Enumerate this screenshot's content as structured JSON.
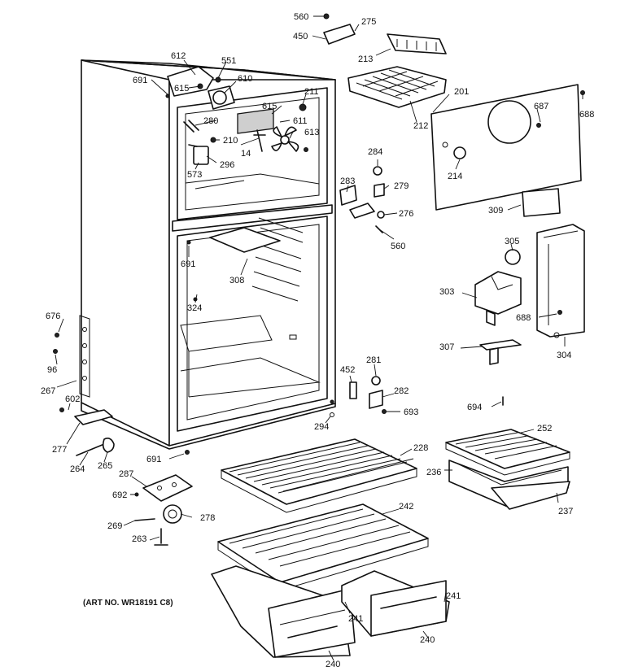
{
  "art_number": "(ART NO. WR18191 C8)",
  "callouts": {
    "c560a": "560",
    "c275": "275",
    "c450": "450",
    "c213": "213",
    "c612": "612",
    "c551": "551",
    "c691a": "691",
    "c615a": "615",
    "c610": "610",
    "c211": "211",
    "c615b": "615",
    "c611": "611",
    "c280": "280",
    "c613": "613",
    "c210": "210",
    "c14": "14",
    "c573": "573",
    "c296": "296",
    "c212": "212",
    "c201": "201",
    "c687": "687",
    "c688a": "688",
    "c214": "214",
    "c284": "284",
    "c283": "283",
    "c279": "279",
    "c276": "276",
    "c560b": "560",
    "c309": "309",
    "c305": "305",
    "c303": "303",
    "c688b": "688",
    "c304": "304",
    "c307": "307",
    "c691b": "691",
    "c308": "308",
    "c324": "324",
    "c676": "676",
    "c96": "96",
    "c267": "267",
    "c602": "602",
    "c452": "452",
    "c281": "281",
    "c282": "282",
    "c693": "693",
    "c294": "294",
    "c694": "694",
    "c277": "277",
    "c264": "264",
    "c265": "265",
    "c691c": "691",
    "c287": "287",
    "c692": "692",
    "c269": "269",
    "c278": "278",
    "c263": "263",
    "c228": "228",
    "c252": "252",
    "c236": "236",
    "c237": "237",
    "c242": "242",
    "c241a": "241",
    "c241b": "241",
    "c240a": "240",
    "c240b": "240"
  }
}
